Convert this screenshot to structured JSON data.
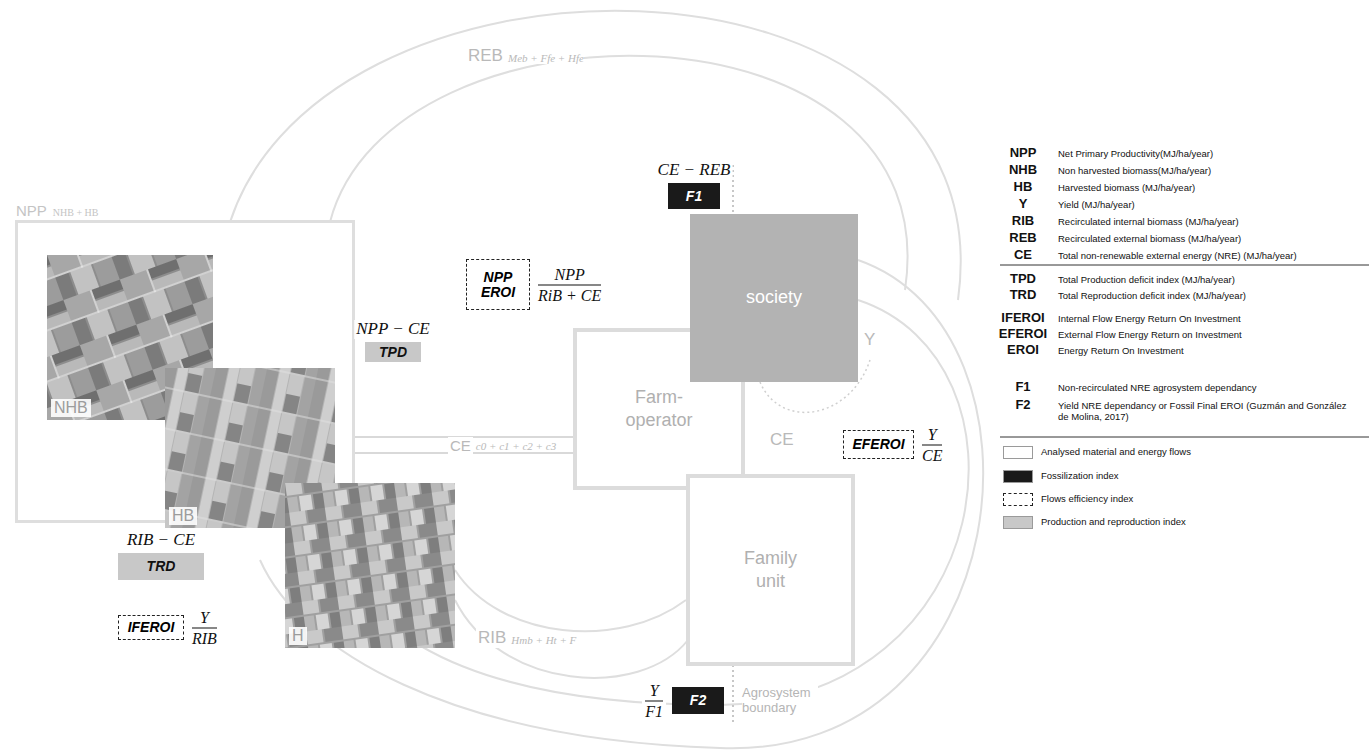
{
  "diagram": {
    "nodes": [
      {
        "text": [
          "NPP",
          "NHB + HB"
        ]
      },
      {
        "text": [
          "NHB"
        ],
        "in": 0
      },
      {
        "text": [
          "HB"
        ],
        "in": 0
      },
      {
        "text": [
          "H"
        ]
      },
      {
        "text": [
          "NPP EROI",
          "NPP",
          "RiB + CE"
        ]
      },
      {
        "text": [
          "NPP − CE",
          "TPD"
        ]
      },
      {
        "text": [
          "CE − REB",
          "F1"
        ]
      },
      {
        "text": [
          "society"
        ]
      },
      {
        "text": [
          "Farm-operator"
        ]
      },
      {
        "text": [
          "Family unit"
        ]
      },
      {
        "text": [
          "EFEROI",
          "Y",
          "CE"
        ]
      },
      {
        "text": [
          "RIB − CE",
          "TRD"
        ]
      },
      {
        "text": [
          "IFEROI",
          "Y",
          "RIB"
        ]
      },
      {
        "text": [
          "Y",
          "F1",
          "F2"
        ]
      }
    ],
    "edges": [
      {
        "from": 8,
        "to": 0,
        "arrow": "none",
        "label": "CE"
      }
    ],
    "labels": [
      "REB",
      "Meb + Ffe + Hfe",
      "c0 + c1 + c2 + c3",
      "RIB",
      "Hmb + Ht + F",
      "Y",
      "CE",
      "Agrosystem boundary",
      "NPP",
      "Net Primary Productivity(MJ/ha/year)",
      "NHB",
      "Non harvested biomass(MJ/ha/year)",
      "HB",
      "Harvested biomass (MJ/ha/year)",
      "Y",
      "Yield (MJ/ha/year)",
      "RIB",
      "Recirculated internal biomass (MJ/ha/year)",
      "REB",
      "Recirculated external biomass (MJ/ha/year)",
      "CE",
      "Total non-renewable external energy (NRE) (MJ/ha/year)",
      "TPD",
      "Total Production deficit index (MJ/ha/year)",
      "TRD",
      "Total Reproduction deficit index (MJ/ha/year)",
      "IFEROI",
      "Internal Flow Energy Return On Investment",
      "EFEROI",
      "External Flow Energy Return on Investment",
      "EROI",
      "Energy Return On Investment",
      "F1",
      "Non-recirculated NRE agrosystem dependancy",
      "F2",
      "Yield NRE dependancy or Fossil Final EROI (Guzmán and González de Molina, 2017)"
    ],
    "legend": [
      {
        "text": "Analysed material and energy flows",
        "color": "#ffffff"
      },
      {
        "text": "Fossilization index",
        "color": "#1a1a1a"
      },
      {
        "text": "Flows efficiency index"
      },
      {
        "text": "Production and reproduction index",
        "color": "#c8c8c8"
      }
    ]
  }
}
